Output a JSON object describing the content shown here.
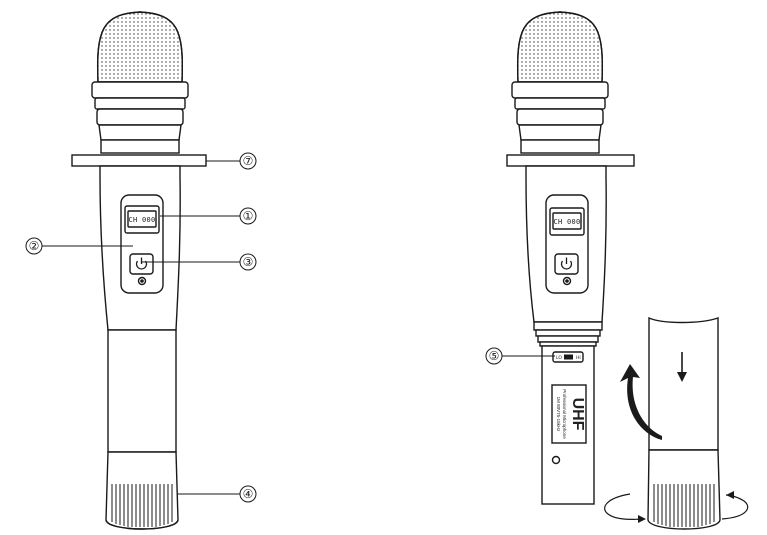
{
  "callouts": {
    "c1": "①",
    "c2": "②",
    "c3": "③",
    "c4": "④",
    "c5": "⑤",
    "c7": "⑦"
  },
  "display": {
    "text": "CH 000"
  },
  "icons": {
    "power": "power-icon",
    "arrow_down": "arrow-down-icon",
    "arrow_curved": "curved-arrow-icon",
    "rotate_left": "rotate-left-icon",
    "rotate_right": "rotate-right-icon"
  },
  "switch": {
    "left": "LO",
    "right": "HI"
  },
  "battery_label": {
    "brand": "UHF",
    "line1": "Professional Microphone",
    "line2": "1M 80V75-15kHz"
  },
  "colors": {
    "stroke": "#1a1a1a",
    "fill": "#ffffff",
    "callout_circle": "#ffffff"
  }
}
